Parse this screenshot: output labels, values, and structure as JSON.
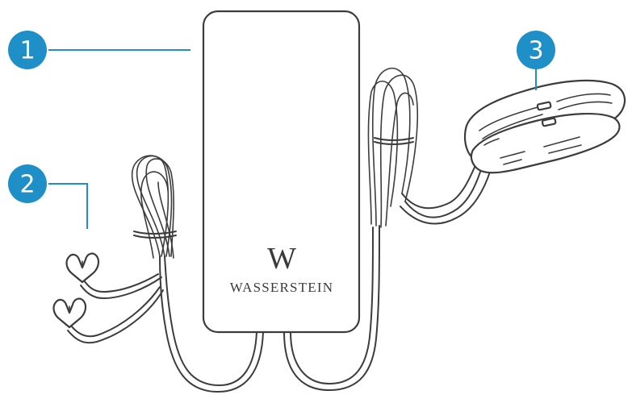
{
  "product": {
    "logo_letter": "W",
    "brand_name": "WASSERSTEIN"
  },
  "callouts": [
    {
      "number": "1"
    },
    {
      "number": "2"
    },
    {
      "number": "3"
    }
  ],
  "colors": {
    "callout_accent": "#1f8fc8",
    "line_art": "#3c3c3c"
  }
}
